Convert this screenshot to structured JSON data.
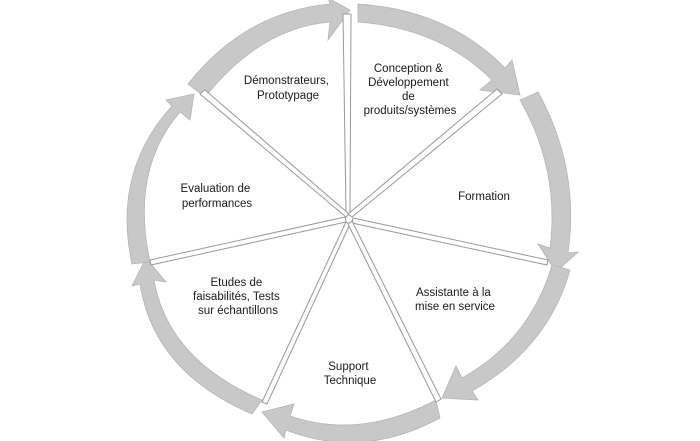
{
  "diagram": {
    "segments": [
      {
        "id": "demonstrateurs",
        "lines": [
          "Démonstrateurs,",
          "Prototypage"
        ]
      },
      {
        "id": "conception",
        "lines": [
          "Conception &",
          "Développement",
          "de",
          "produits/systèmes"
        ]
      },
      {
        "id": "formation",
        "lines": [
          "Formation"
        ]
      },
      {
        "id": "assistante",
        "lines": [
          "Assistante à la",
          "mise en service"
        ]
      },
      {
        "id": "support",
        "lines": [
          "Support",
          "Technique"
        ]
      },
      {
        "id": "etudes",
        "lines": [
          "Etudes de",
          "faisabilités, Tests",
          "sur échantillons"
        ]
      },
      {
        "id": "evaluation",
        "lines": [
          "Evaluation de",
          "performances"
        ]
      }
    ],
    "colors": {
      "arrow": "#c8c8c8",
      "divider": "#999999",
      "text": "#1a1a1a"
    }
  }
}
